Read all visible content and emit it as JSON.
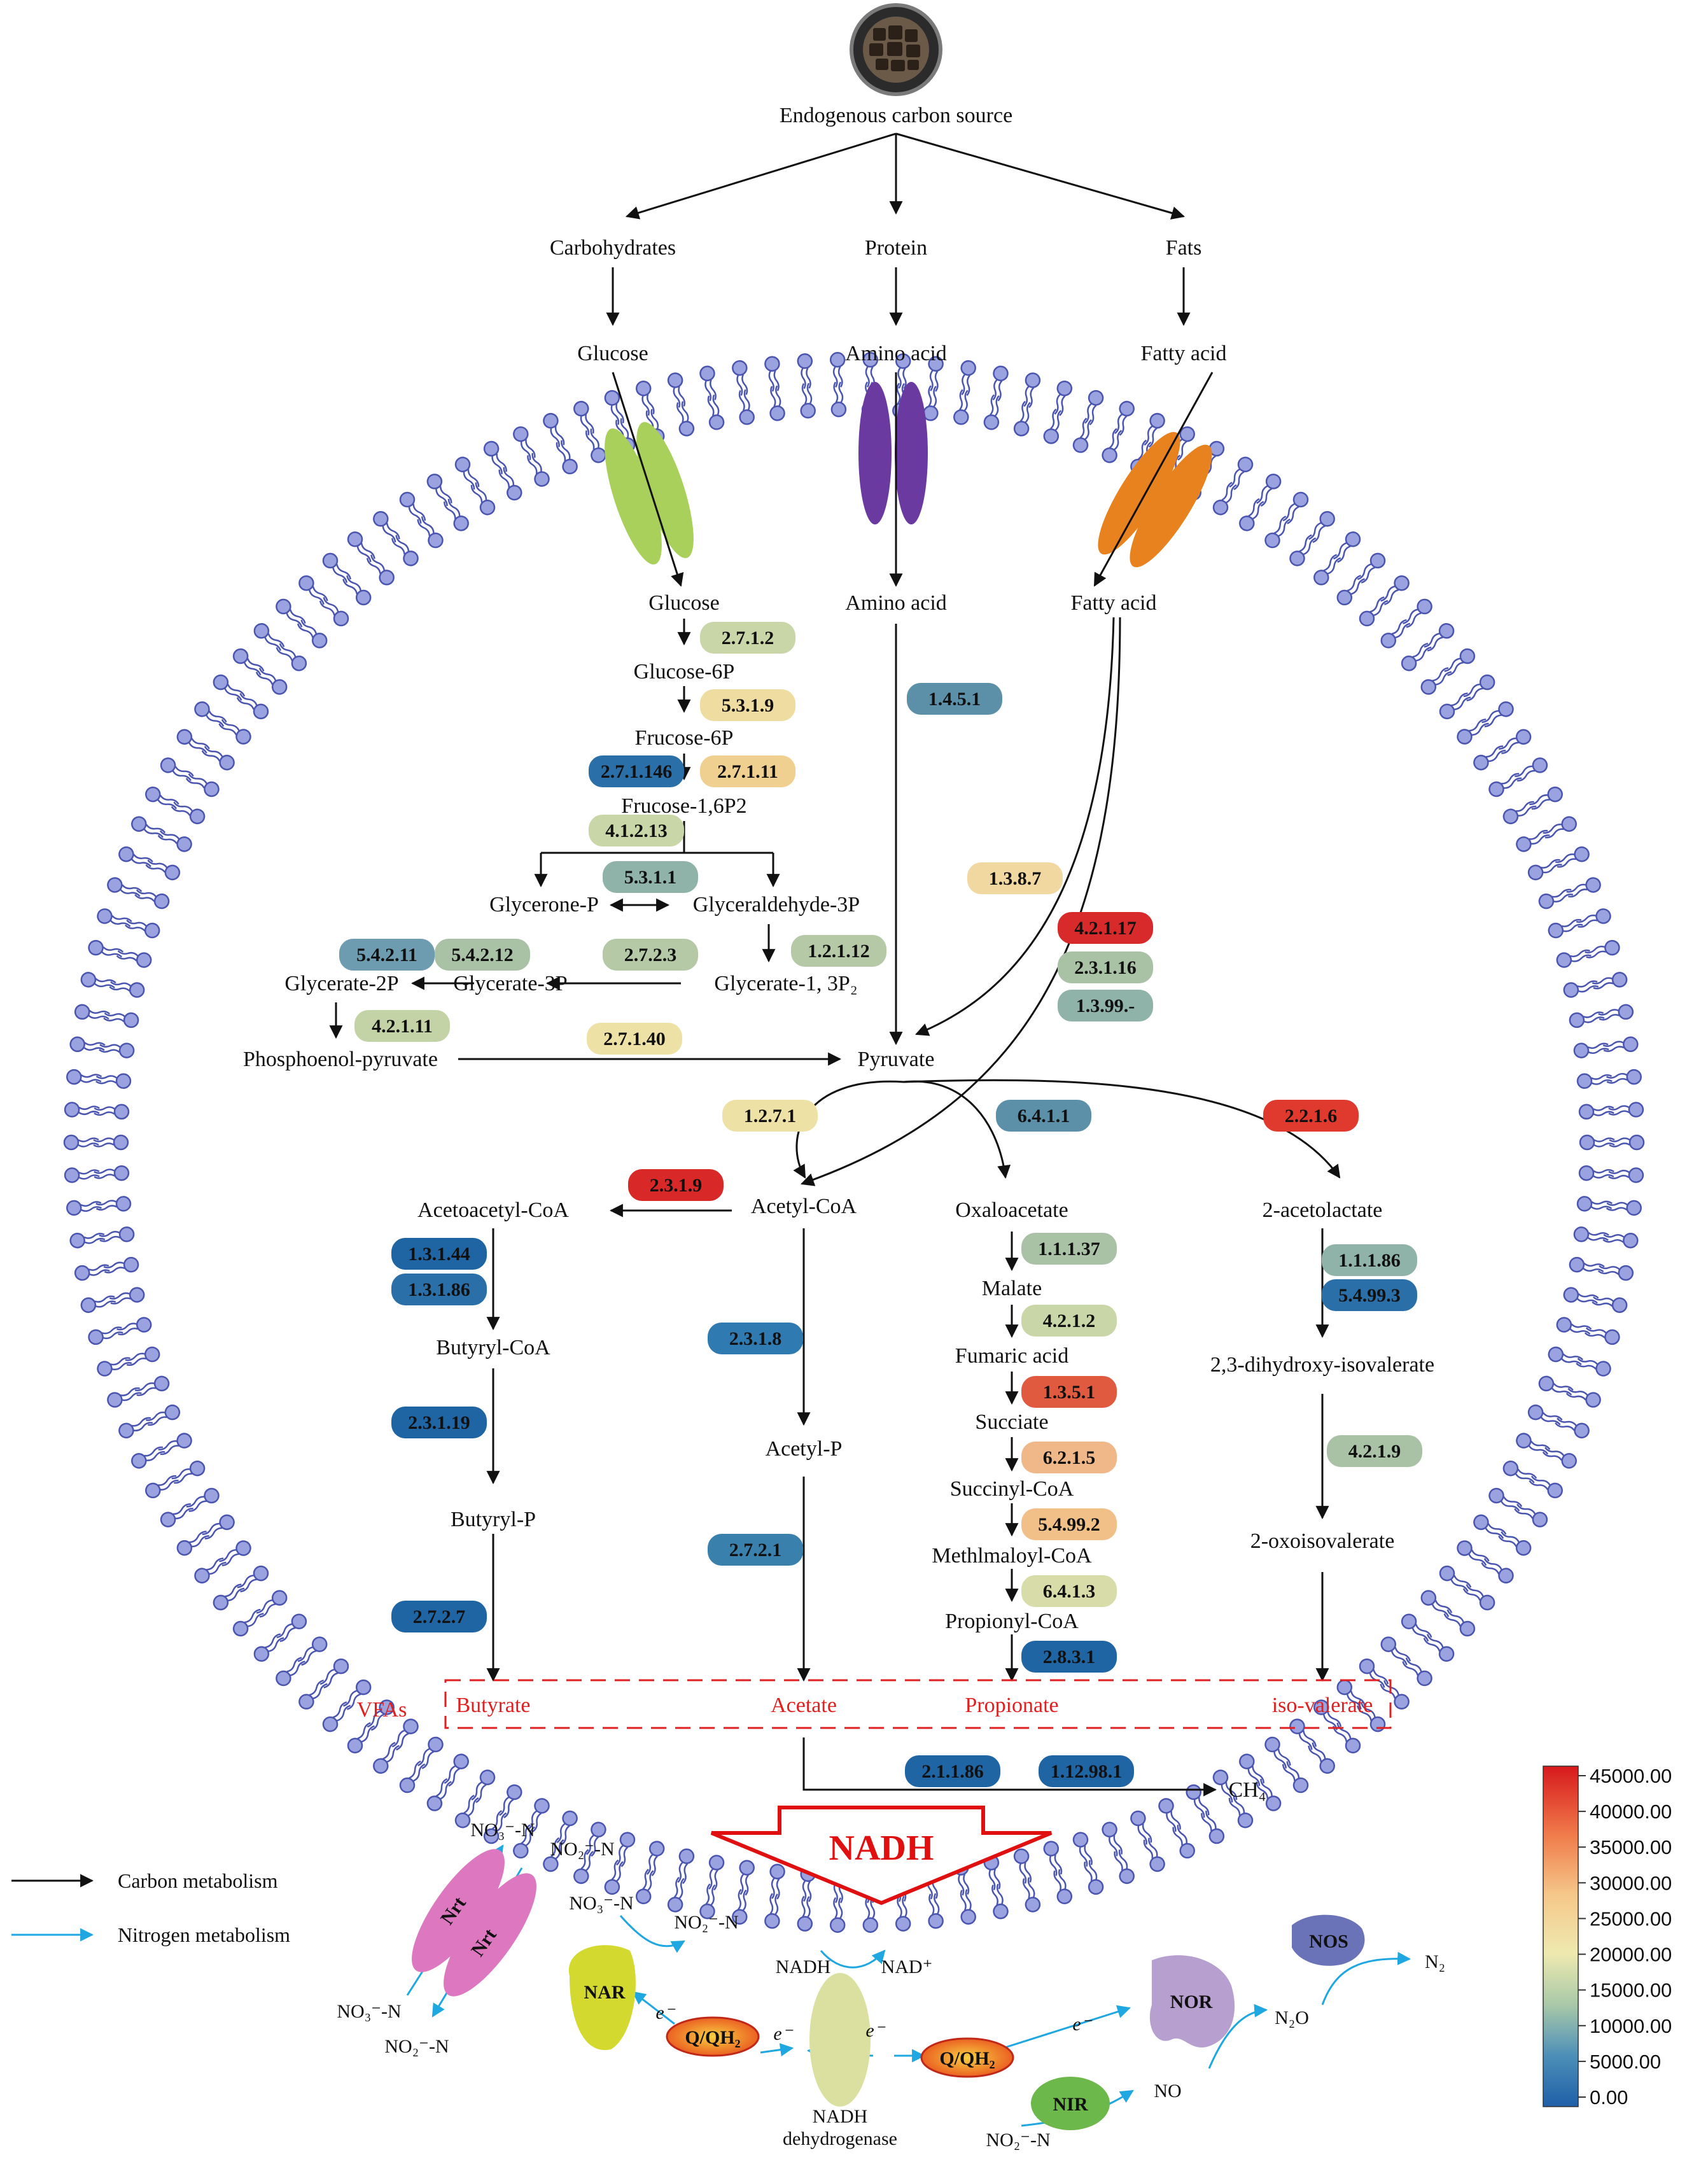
{
  "source": {
    "label": "Endogenous carbon source"
  },
  "groups": {
    "carbohydrates": "Carbohydrates",
    "protein": "Protein",
    "fats": "Fats"
  },
  "outer": {
    "glucose": "Glucose",
    "amino_acid": "Amino acid",
    "fatty_acid": "Fatty acid"
  },
  "metabolites": {
    "glucose": "Glucose",
    "glucose_6p": "Glucose-6P",
    "frucose_6p": "Frucose-6P",
    "frucose_16p2": "Frucose-1,6P2",
    "glycerone_p": "Glycerone-P",
    "glyceraldehyde_3p": "Glyceraldehyde-3P",
    "glycerate_2p": "Glycerate-2P",
    "glycerate_3p": "Glycerate-3P",
    "glycerate_13p2": "Glycerate-1, 3P₂",
    "pep": "Phosphoenol-pyruvate",
    "pyruvate": "Pyruvate",
    "amino_acid": "Amino acid",
    "fatty_acid": "Fatty acid",
    "acetoacetyl_coa": "Acetoacetyl-CoA",
    "acetyl_coa": "Acetyl-CoA",
    "oxaloacetate": "Oxaloacetate",
    "acetolactate": "2-acetolactate",
    "butyryl_coa": "Butyryl-CoA",
    "butyryl_p": "Butyryl-P",
    "acetyl_p": "Acetyl-P",
    "malate": "Malate",
    "fumaric": "Fumaric acid",
    "succiate": "Succiate",
    "succinyl_coa": "Succinyl-CoA",
    "methlmaloyl_coa": "Methlmaloyl-CoA",
    "propionyl_coa": "Propionyl-CoA",
    "dihydroxy": "2,3-dihydroxy-isovalerate",
    "oxoisovalerate": "2-oxoisovalerate",
    "ch4": "CH₄"
  },
  "vfas": {
    "label": "VFAs",
    "butyrate": "Butyrate",
    "acetate": "Acetate",
    "propionate": "Propionate",
    "isovalerate": "iso-valerate"
  },
  "enzymes": [
    {
      "id": "2.7.1.2",
      "color": "#c9d6a8"
    },
    {
      "id": "5.3.1.9",
      "color": "#efdca0"
    },
    {
      "id": "2.7.1.146",
      "color": "#2a6fa8"
    },
    {
      "id": "2.7.1.11",
      "color": "#f0d090"
    },
    {
      "id": "4.1.2.13",
      "color": "#c9d6a8"
    },
    {
      "id": "5.3.1.1",
      "color": "#8fb3a8"
    },
    {
      "id": "5.4.2.11",
      "color": "#6d9bb0"
    },
    {
      "id": "5.4.2.12",
      "color": "#a9c2a6"
    },
    {
      "id": "2.7.2.3",
      "color": "#b5c9a6"
    },
    {
      "id": "1.2.1.12",
      "color": "#b5c9a6"
    },
    {
      "id": "4.2.1.11",
      "color": "#c4d3a6"
    },
    {
      "id": "2.7.1.40",
      "color": "#eee1a5"
    },
    {
      "id": "1.4.5.1",
      "color": "#5c8fa8"
    },
    {
      "id": "1.3.8.7",
      "color": "#f0d8a0"
    },
    {
      "id": "4.2.1.17",
      "color": "#d82a2a"
    },
    {
      "id": "2.3.1.16",
      "color": "#a9c2a6"
    },
    {
      "id": "1.3.99.-",
      "color": "#8fb3a8"
    },
    {
      "id": "1.2.7.1",
      "color": "#eee1a5"
    },
    {
      "id": "6.4.1.1",
      "color": "#5c8fa8"
    },
    {
      "id": "2.2.1.6",
      "color": "#e03a2e"
    },
    {
      "id": "2.3.1.9",
      "color": "#d82828"
    },
    {
      "id": "1.3.1.44",
      "color": "#1f64a3"
    },
    {
      "id": "1.3.1.86",
      "color": "#2a6fa8"
    },
    {
      "id": "2.3.1.8",
      "color": "#2f7ab0"
    },
    {
      "id": "2.3.1.19",
      "color": "#1f64a3"
    },
    {
      "id": "2.7.2.1",
      "color": "#3a80ad"
    },
    {
      "id": "2.7.2.7",
      "color": "#1f64a3"
    },
    {
      "id": "1.1.1.37",
      "color": "#a9c2a6"
    },
    {
      "id": "4.2.1.2",
      "color": "#c9d6a8"
    },
    {
      "id": "1.3.5.1",
      "color": "#e05a40"
    },
    {
      "id": "6.2.1.5",
      "color": "#f0b888"
    },
    {
      "id": "5.4.99.2",
      "color": "#f0c088"
    },
    {
      "id": "6.4.1.3",
      "color": "#d7dca8"
    },
    {
      "id": "2.8.3.1",
      "color": "#1f64a3"
    },
    {
      "id": "1.1.1.86",
      "color": "#8fb3a8"
    },
    {
      "id": "5.4.99.3",
      "color": "#2a6fa8"
    },
    {
      "id": "4.2.1.9",
      "color": "#a9c2a6"
    },
    {
      "id": "2.1.1.86",
      "color": "#1f64a3"
    },
    {
      "id": "1.12.98.1",
      "color": "#1f64a3"
    }
  ],
  "nadh_arrow": "NADH",
  "nitrogen": {
    "no3_a": "NO₃⁻-N",
    "no2_a": "NO₂⁻-N",
    "no3_b": "NO₃⁻-N",
    "no2_b": "NO₂⁻-N",
    "no3_c": "NO₃⁻-N",
    "no2_c": "NO₂⁻-N",
    "no2_d": "NO₂⁻-N",
    "nadh": "NADH",
    "nad": "NAD⁺",
    "no": "NO",
    "n2o": "N₂O",
    "n2": "N₂",
    "e1": "e⁻",
    "e2": "e⁻",
    "e3": "e⁻",
    "e4": "e⁻"
  },
  "proteins": {
    "nrt1": "Nrt",
    "nrt2": "Nrt",
    "nar": "NAR",
    "q1": "Q/QH₂",
    "q2": "Q/QH₂",
    "nir": "NIR",
    "nor": "NOR",
    "nos": "NOS",
    "dehydrogenase": "NADH dehydrogenase"
  },
  "legend": {
    "carbon": "Carbon metabolism",
    "nitrogen": "Nitrogen metabolism",
    "carbon_color": "#111111",
    "nitrogen_color": "#1ea7e1"
  },
  "colorbar": {
    "ticks": [
      "45000.00",
      "40000.00",
      "35000.00",
      "30000.00",
      "25000.00",
      "20000.00",
      "15000.00",
      "10000.00",
      "5000.00",
      "0.00"
    ],
    "colors": [
      "#d7191c",
      "#f07a4a",
      "#f5c88a",
      "#eee9b0",
      "#a9c9a8",
      "#4d8fb8",
      "#1f5fa8"
    ]
  }
}
